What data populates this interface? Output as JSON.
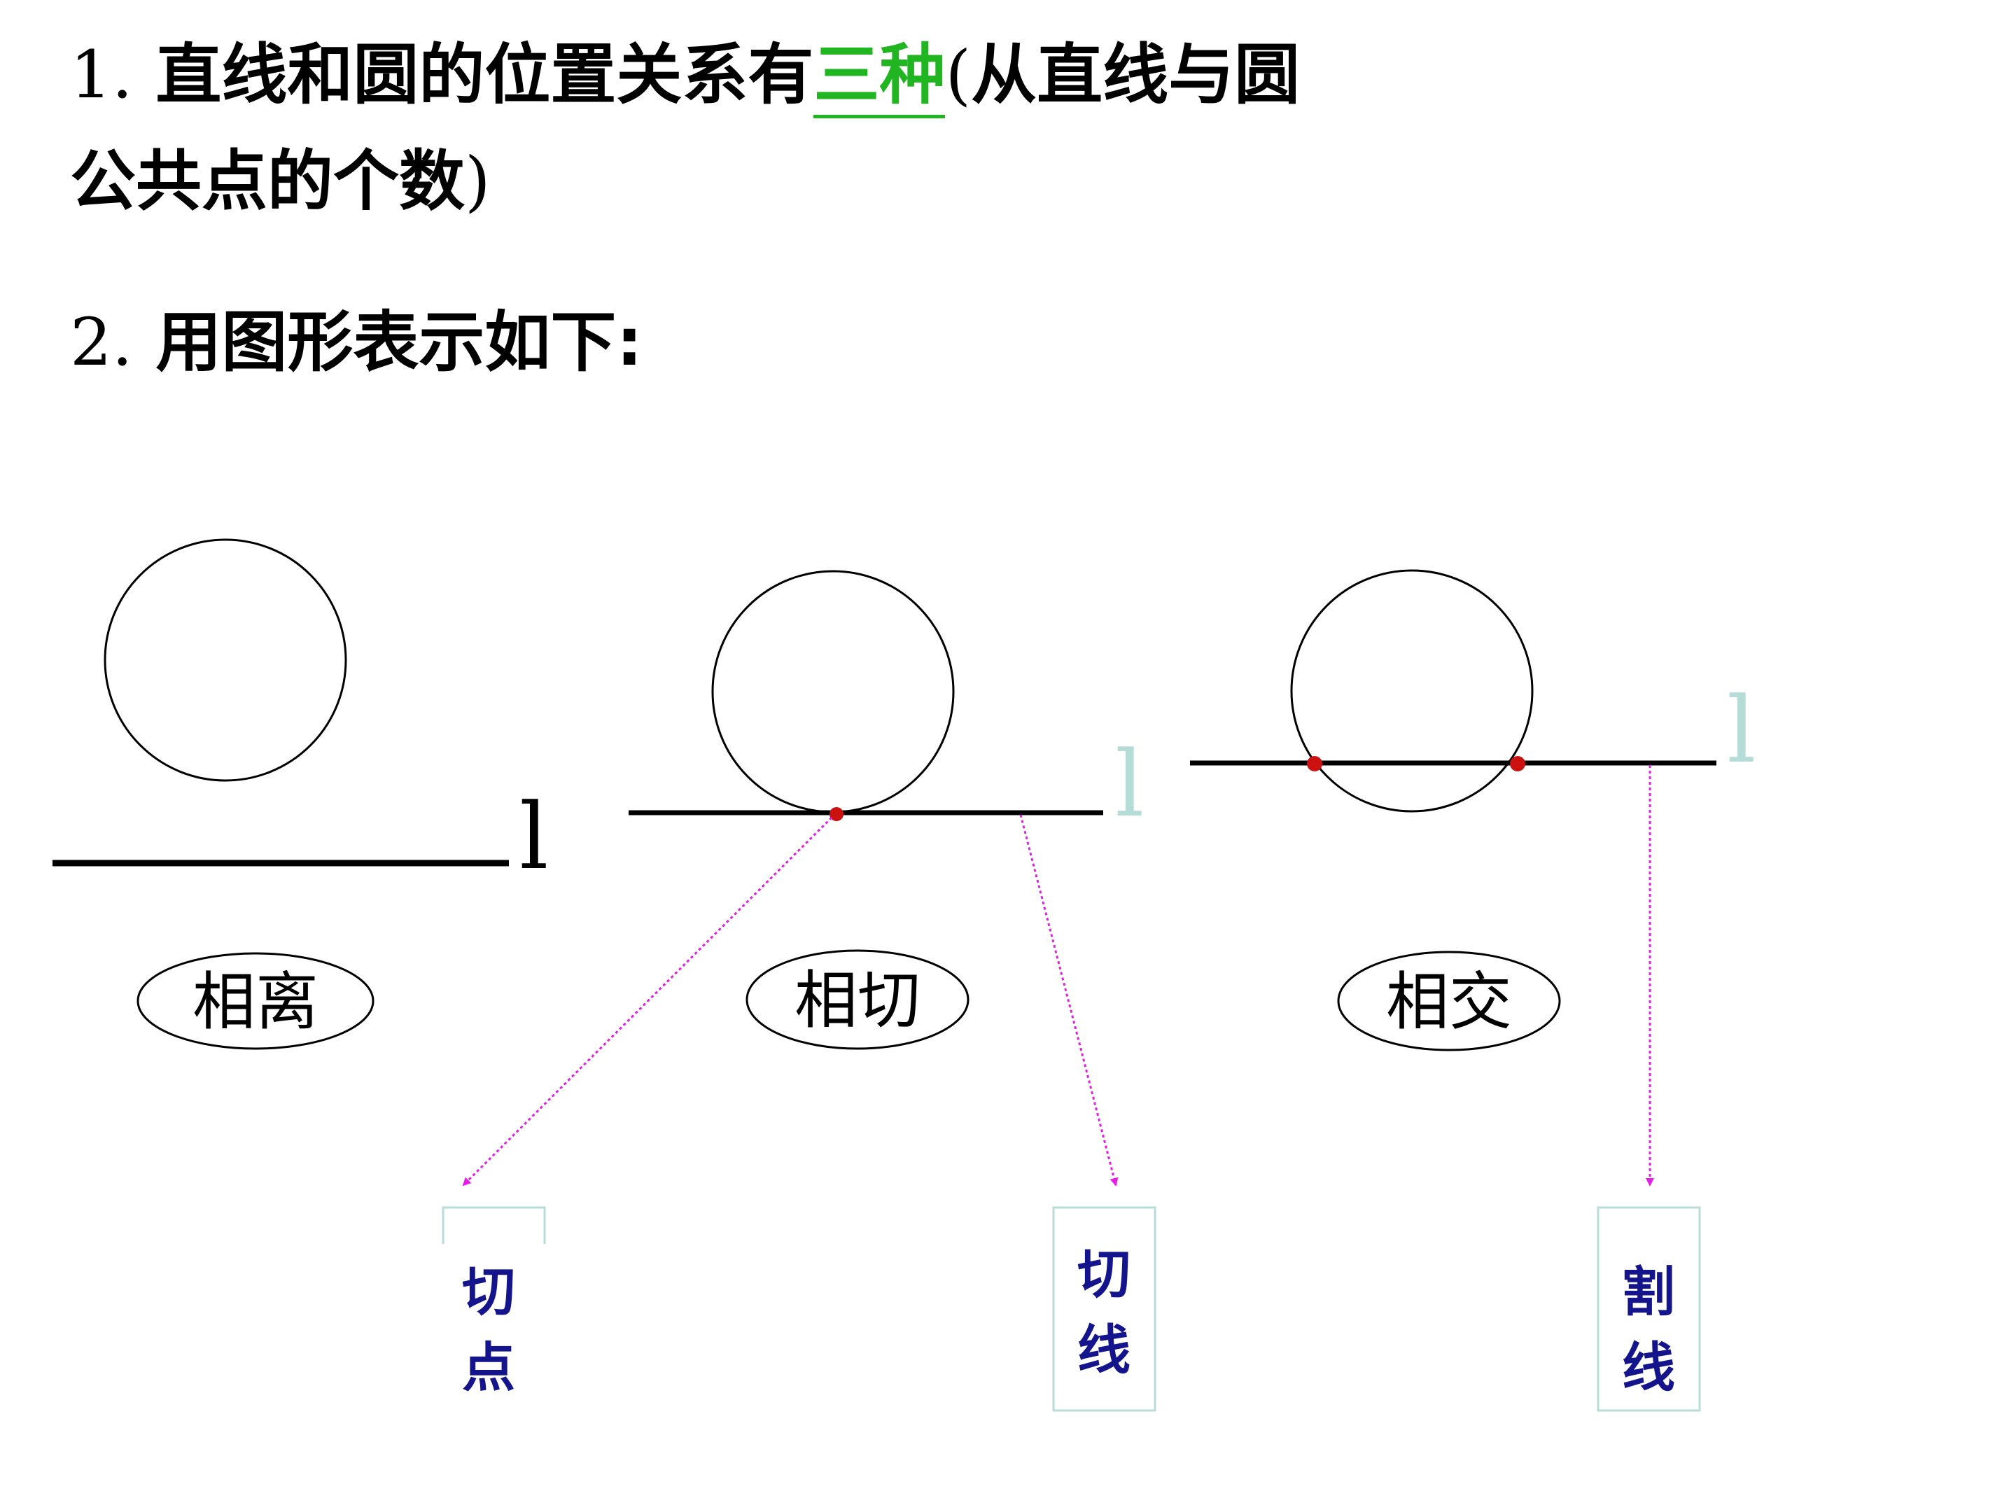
{
  "heading": {
    "line1_number": "1.",
    "line1_text": " 直线和圆的位置关系有",
    "line1_highlight": "三种",
    "line1_paren_open": "(",
    "line1_tail": "从直线与圆",
    "line2_text": "公共点的个数",
    "line2_paren_close": ")",
    "line3_number": "2.",
    "line3_text": " 用图形表示如下:"
  },
  "colors": {
    "highlight": "#22b522",
    "point": "#cc1111",
    "arrow": "#e81ce8",
    "term_text": "#14148c",
    "term_border": "#b8dcd8",
    "faded_line_mark": "#b6dcd8"
  },
  "diagrams": [
    {
      "relation": "相离",
      "line_mark": "l"
    },
    {
      "relation": "相切",
      "line_mark": "l"
    },
    {
      "relation": "相交",
      "line_mark": "l"
    }
  ],
  "terms": {
    "tangent_point": [
      "切",
      "点"
    ],
    "tangent_line": [
      "切",
      "线"
    ],
    "secant_line": [
      "割",
      "线"
    ]
  }
}
